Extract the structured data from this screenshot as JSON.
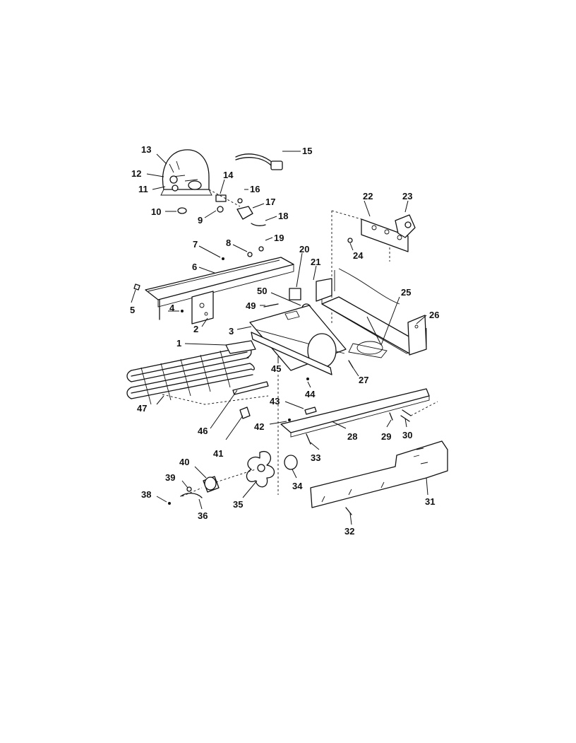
{
  "labels": [
    "1",
    "2",
    "3",
    "4",
    "5",
    "6",
    "7",
    "8",
    "9",
    "10",
    "11",
    "12",
    "13",
    "14",
    "15",
    "16",
    "17",
    "18",
    "19",
    "20",
    "21",
    "22",
    "23",
    "24",
    "25",
    "26",
    "27",
    "28",
    "29",
    "30",
    "31",
    "32",
    "33",
    "34",
    "35",
    "36",
    "38",
    "39",
    "40",
    "41",
    "42",
    "43",
    "44",
    "45",
    "46",
    "47",
    "49",
    "50"
  ]
}
